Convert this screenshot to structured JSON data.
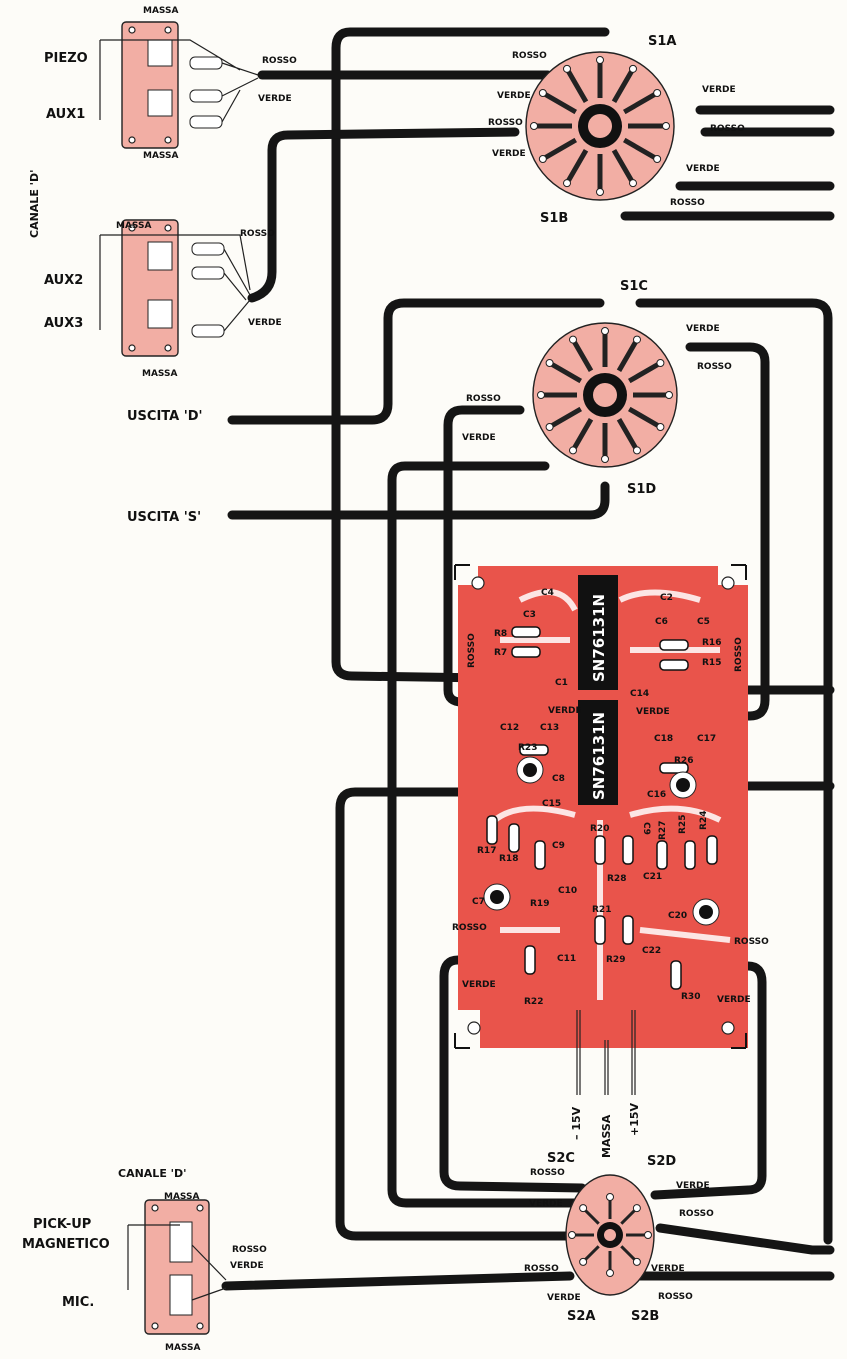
{
  "labels": {
    "massa": "MASSA",
    "rosso": "ROSSO",
    "verde": "VERDE",
    "canale_d": "CANALE 'D'",
    "piezo": "PIEZO",
    "aux1": "AUX1",
    "aux2": "AUX2",
    "aux3": "AUX3",
    "uscita_d": "USCITA 'D'",
    "uscita_s": "USCITA 'S'",
    "pickup": "PICK-UP",
    "magnetico": "MAGNETICO",
    "mic": "MIC."
  },
  "switches": {
    "s1a": "S1A",
    "s1b": "S1B",
    "s1c": "S1C",
    "s1d": "S1D",
    "s2a": "S2A",
    "s2b": "S2B",
    "s2c": "S2C",
    "s2d": "S2D"
  },
  "pcb": {
    "ic_top": "SN76131N",
    "ic_bottom": "SN76131N",
    "components": {
      "c1": "C1",
      "c2": "C2",
      "c3": "C3",
      "c4": "C4",
      "c5": "C5",
      "c6": "C6",
      "c7": "C7",
      "c8": "C8",
      "c9": "C9",
      "c10": "C10",
      "c11": "C11",
      "c12": "C12",
      "c13": "C13",
      "c14": "C14",
      "c15": "C15",
      "c16": "C16",
      "c17": "C17",
      "c18": "C18",
      "c20": "C20",
      "c21": "C21",
      "c22": "C22",
      "r7": "R7",
      "r8": "R8",
      "r15": "R15",
      "r16": "R16",
      "r17": "R17",
      "r18": "R18",
      "r19": "R19",
      "r20": "R20",
      "r21": "R21",
      "r22": "R22",
      "r23": "R23",
      "r24": "R24",
      "r25": "R25",
      "r26": "R26",
      "r27": "R27",
      "r28": "R28",
      "r29": "R29",
      "r30": "R30"
    }
  },
  "power": {
    "negative": "– 15V",
    "ground": "MASSA",
    "positive": "+15V"
  },
  "colors": {
    "pcb": "#e9544b",
    "deck": "#f2aea4",
    "cable": "#151515",
    "background": "#fdfcf8"
  }
}
